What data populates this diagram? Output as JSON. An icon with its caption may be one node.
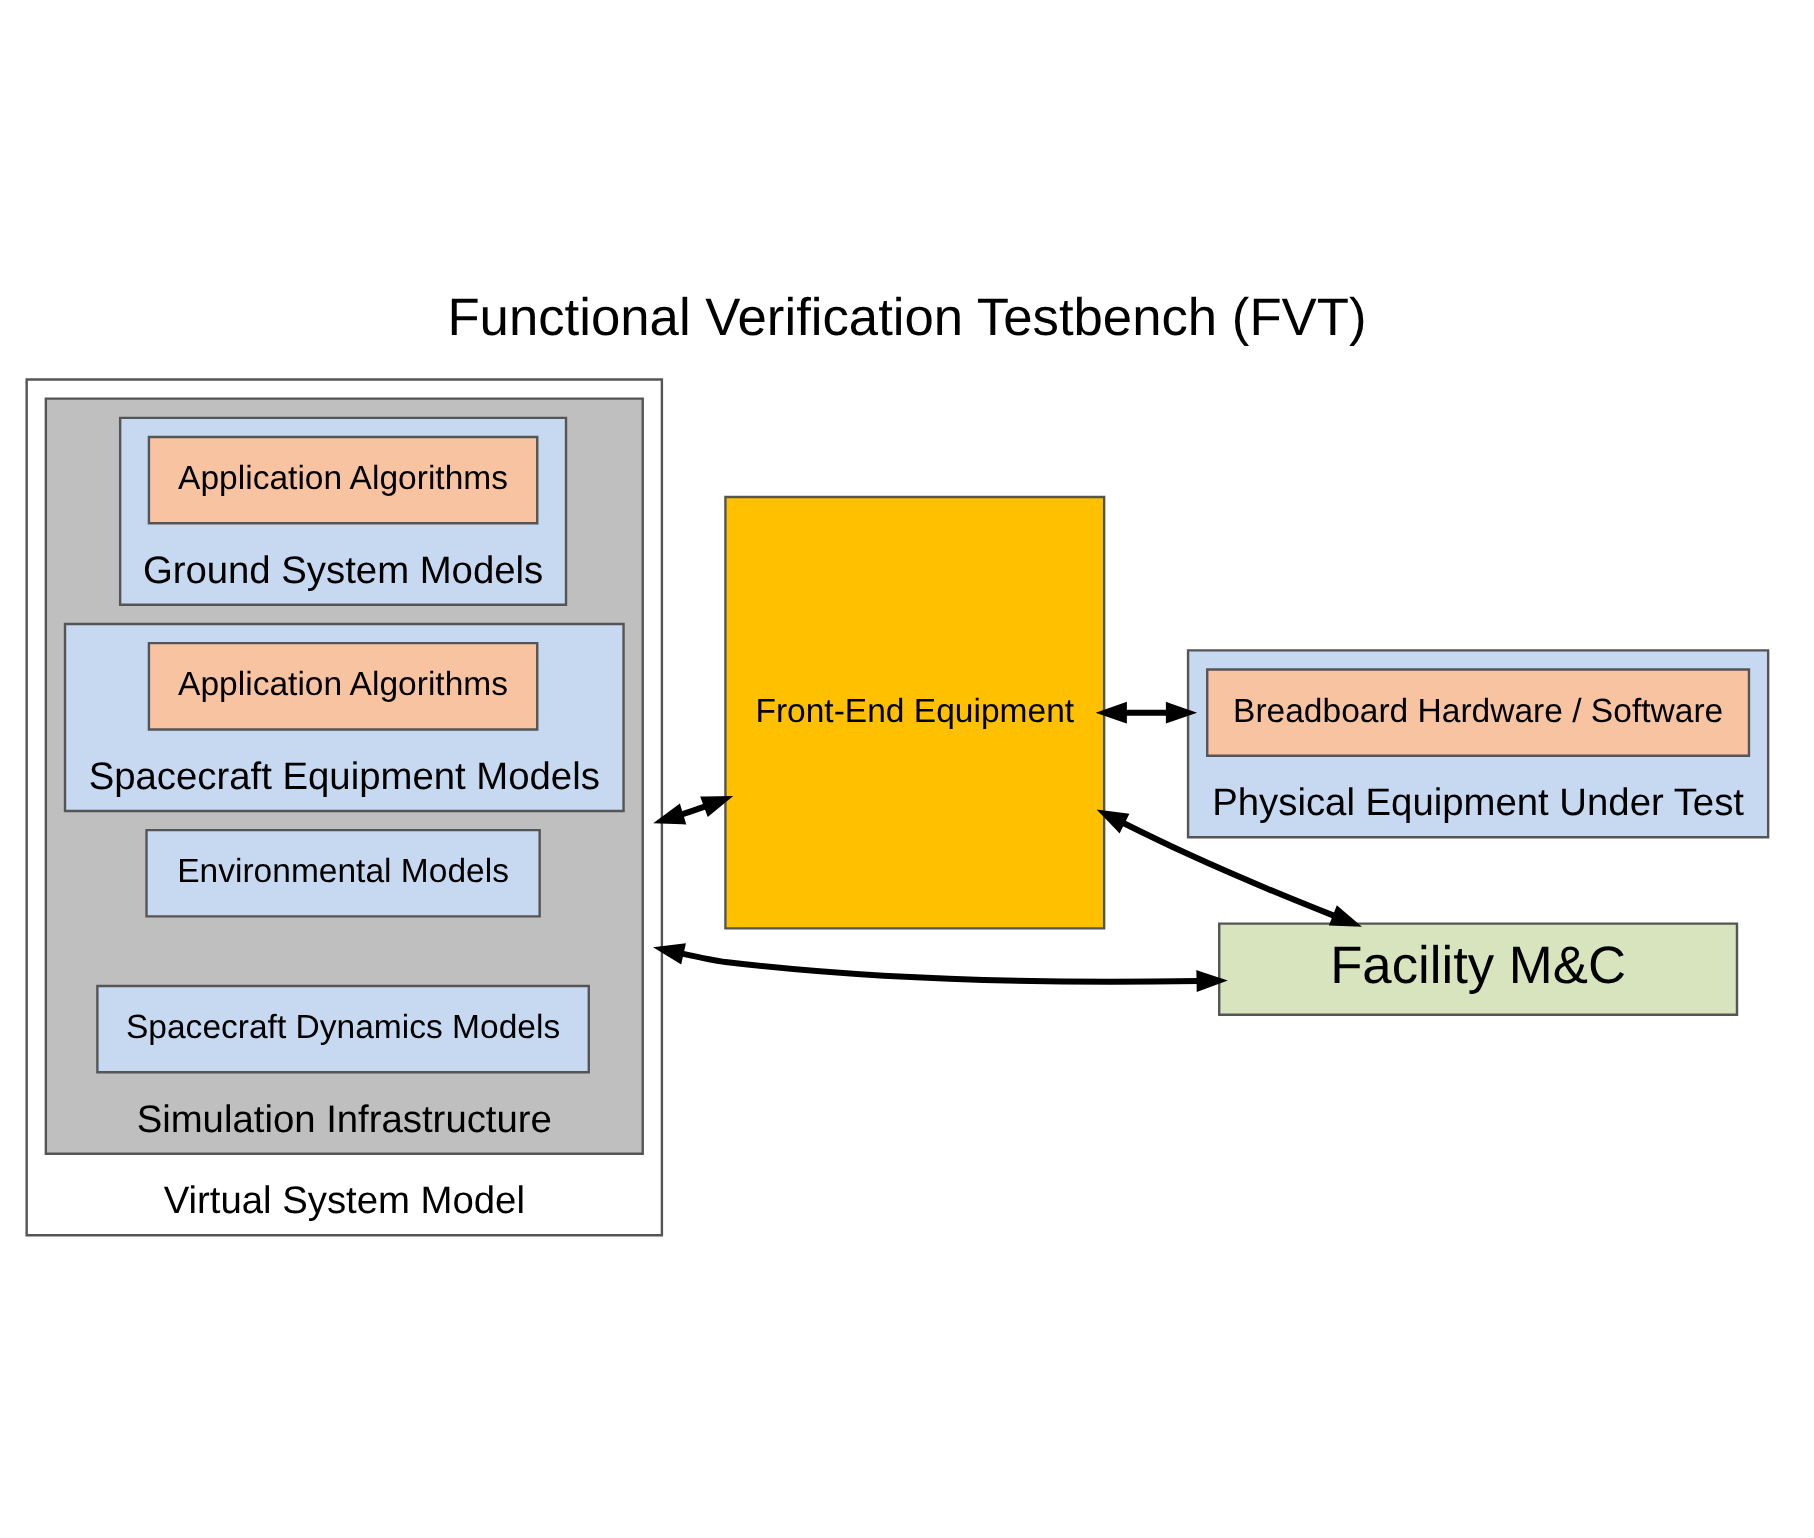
{
  "diagram": {
    "title": "Functional Verification Testbench (FVT)",
    "nodes": [
      {
        "text": [
          "Virtual System Model"
        ]
      },
      {
        "text": [
          "Simulation Infrastructure"
        ],
        "in": 0
      },
      {
        "text": [
          "Environmental Models"
        ],
        "in": 1
      },
      {
        "text": [
          "Spacecraft Dynamics Models"
        ],
        "in": 1
      },
      {
        "text": [
          "Ground System Models"
        ],
        "in": 1
      },
      {
        "text": [
          "Application Algorithms"
        ],
        "in": 4
      },
      {
        "text": [
          "Spacecraft Equipment Models"
        ],
        "in": 1
      },
      {
        "text": [
          "Application Algorithms"
        ],
        "in": 6
      },
      {
        "text": [
          "Front-End Equipment"
        ]
      },
      {
        "text": [
          "Physical Equipment Under Test"
        ]
      },
      {
        "text": [
          "Breadboard Hardware / Software"
        ],
        "in": 9
      },
      {
        "text": [
          "Facility M&C"
        ]
      }
    ],
    "edges": [
      {
        "from": 0,
        "to": 8,
        "arrow": "both"
      },
      {
        "from": 8,
        "to": 9,
        "arrow": "both"
      },
      {
        "from": 0,
        "to": 11,
        "arrow": "both"
      },
      {
        "from": 8,
        "to": 11,
        "arrow": "both"
      }
    ]
  }
}
